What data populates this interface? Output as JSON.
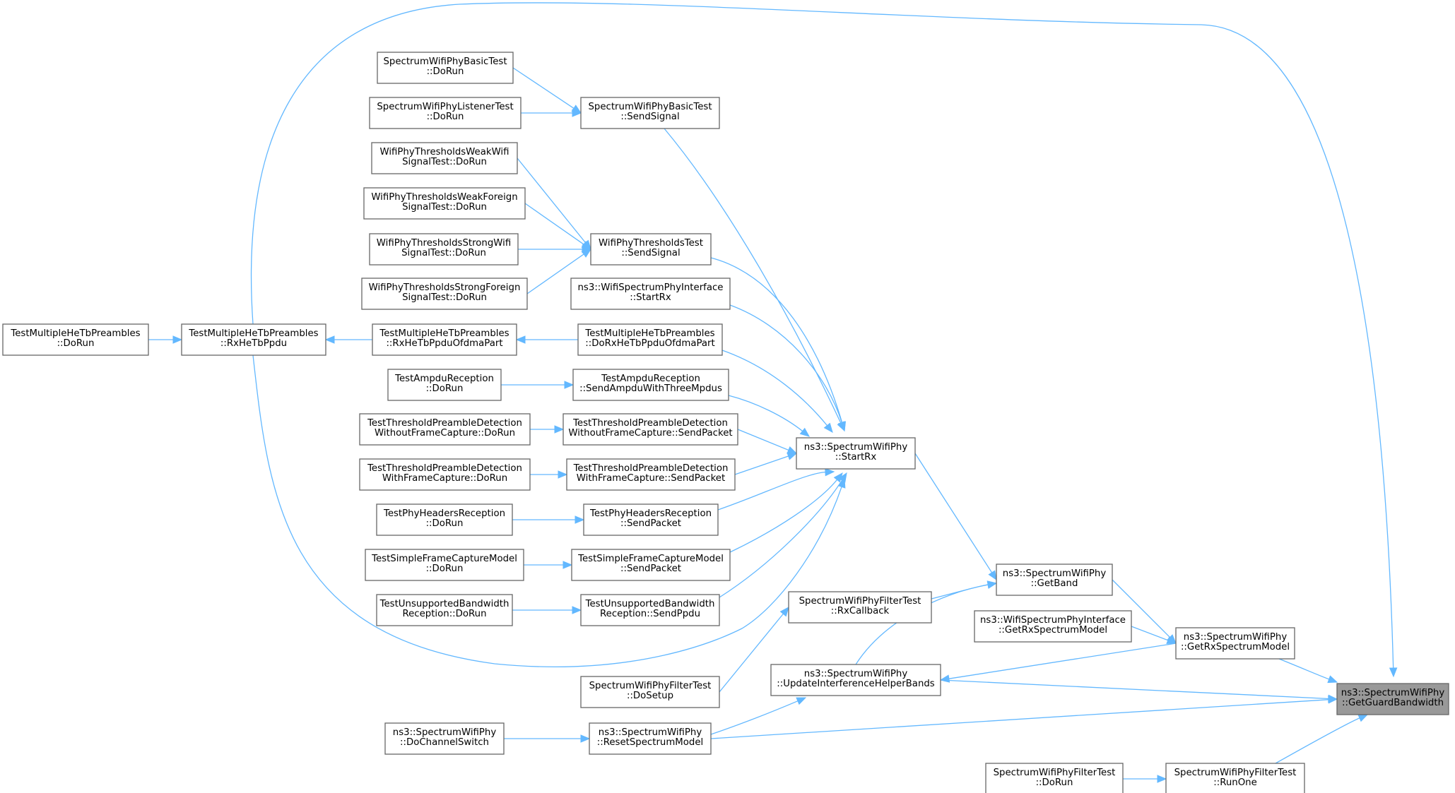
{
  "nodes": [
    {
      "id": "n0",
      "lines": [
        "ns3::SpectrumWifiPhy",
        "::GetGuardBandwidth"
      ],
      "focus": true
    },
    {
      "id": "n1",
      "lines": [
        "ns3::SpectrumWifiPhy",
        "::GetRxSpectrumModel"
      ]
    },
    {
      "id": "n2",
      "lines": [
        "ns3::SpectrumWifiPhy",
        "::UpdateInterferenceHelperBands"
      ]
    },
    {
      "id": "n3",
      "lines": [
        "ns3::SpectrumWifiPhy",
        "::ResetSpectrumModel"
      ]
    },
    {
      "id": "n4",
      "lines": [
        "SpectrumWifiPhyFilterTest",
        "::RunOne"
      ]
    },
    {
      "id": "n5",
      "lines": [
        "TestMultipleHeTbPreambles",
        "::RxHeTbPpdu"
      ]
    },
    {
      "id": "n6",
      "lines": [
        "ns3::SpectrumWifiPhy",
        "::GetBand"
      ]
    },
    {
      "id": "n7",
      "lines": [
        "ns3::WifiSpectrumPhyInterface",
        "::GetRxSpectrumModel"
      ]
    },
    {
      "id": "n8",
      "lines": [
        "ns3::SpectrumWifiPhy",
        "::StartRx"
      ]
    },
    {
      "id": "n9",
      "lines": [
        "SpectrumWifiPhyFilterTest",
        "::RxCallback"
      ]
    },
    {
      "id": "n10",
      "lines": [
        "SpectrumWifiPhyFilterTest",
        "::DoSetup"
      ]
    },
    {
      "id": "n11",
      "lines": [
        "ns3::SpectrumWifiPhy",
        "::DoChannelSwitch"
      ]
    },
    {
      "id": "n12",
      "lines": [
        "SpectrumWifiPhyFilterTest",
        "::DoRun"
      ]
    },
    {
      "id": "n13",
      "lines": [
        "TestMultipleHeTbPreambles",
        "::DoRun"
      ]
    },
    {
      "id": "n14",
      "lines": [
        "SpectrumWifiPhyBasicTest",
        "::SendSignal"
      ]
    },
    {
      "id": "n15",
      "lines": [
        "WifiPhyThresholdsTest",
        "::SendSignal"
      ]
    },
    {
      "id": "n16",
      "lines": [
        "ns3::WifiSpectrumPhyInterface",
        "::StartRx"
      ]
    },
    {
      "id": "n17",
      "lines": [
        "TestMultipleHeTbPreambles",
        "::DoRxHeTbPpduOfdmaPart"
      ]
    },
    {
      "id": "n18",
      "lines": [
        "TestAmpduReception",
        "::SendAmpduWithThreeMpdus"
      ]
    },
    {
      "id": "n19",
      "lines": [
        "TestThresholdPreambleDetection",
        "WithoutFrameCapture::SendPacket"
      ]
    },
    {
      "id": "n20",
      "lines": [
        "TestThresholdPreambleDetection",
        "WithFrameCapture::SendPacket"
      ]
    },
    {
      "id": "n21",
      "lines": [
        "TestPhyHeadersReception",
        "::SendPacket"
      ]
    },
    {
      "id": "n22",
      "lines": [
        "TestSimpleFrameCaptureModel",
        "::SendPacket"
      ]
    },
    {
      "id": "n23",
      "lines": [
        "TestUnsupportedBandwidth",
        "Reception::SendPpdu"
      ]
    },
    {
      "id": "n24",
      "lines": [
        "SpectrumWifiPhyBasicTest",
        "::DoRun"
      ]
    },
    {
      "id": "n25",
      "lines": [
        "SpectrumWifiPhyListenerTest",
        "::DoRun"
      ]
    },
    {
      "id": "n26",
      "lines": [
        "WifiPhyThresholdsWeakWifi",
        "SignalTest::DoRun"
      ]
    },
    {
      "id": "n27",
      "lines": [
        "WifiPhyThresholdsWeakForeign",
        "SignalTest::DoRun"
      ]
    },
    {
      "id": "n28",
      "lines": [
        "WifiPhyThresholdsStrongWifi",
        "SignalTest::DoRun"
      ]
    },
    {
      "id": "n29",
      "lines": [
        "WifiPhyThresholdsStrongForeign",
        "SignalTest::DoRun"
      ]
    },
    {
      "id": "n30",
      "lines": [
        "TestMultipleHeTbPreambles",
        "::RxHeTbPpduOfdmaPart"
      ]
    },
    {
      "id": "n31",
      "lines": [
        "TestAmpduReception",
        "::DoRun"
      ]
    },
    {
      "id": "n32",
      "lines": [
        "TestThresholdPreambleDetection",
        "WithoutFrameCapture::DoRun"
      ]
    },
    {
      "id": "n33",
      "lines": [
        "TestThresholdPreambleDetection",
        "WithFrameCapture::DoRun"
      ]
    },
    {
      "id": "n34",
      "lines": [
        "TestPhyHeadersReception",
        "::DoRun"
      ]
    },
    {
      "id": "n35",
      "lines": [
        "TestSimpleFrameCaptureModel",
        "::DoRun"
      ]
    },
    {
      "id": "n36",
      "lines": [
        "TestUnsupportedBandwidth",
        "Reception::DoRun"
      ]
    }
  ],
  "edges": [
    {
      "from": "n1",
      "to": "n0"
    },
    {
      "from": "n2",
      "to": "n0"
    },
    {
      "from": "n3",
      "to": "n0"
    },
    {
      "from": "n4",
      "to": "n0"
    },
    {
      "from": "n5",
      "to": "n0"
    },
    {
      "from": "n6",
      "to": "n1"
    },
    {
      "from": "n7",
      "to": "n1"
    },
    {
      "from": "n1",
      "to": "n2"
    },
    {
      "from": "n8",
      "to": "n6"
    },
    {
      "from": "n9",
      "to": "n6"
    },
    {
      "from": "n2",
      "to": "n6"
    },
    {
      "from": "n14",
      "to": "n8"
    },
    {
      "from": "n15",
      "to": "n8"
    },
    {
      "from": "n16",
      "to": "n8"
    },
    {
      "from": "n17",
      "to": "n8"
    },
    {
      "from": "n18",
      "to": "n8"
    },
    {
      "from": "n19",
      "to": "n8"
    },
    {
      "from": "n20",
      "to": "n8"
    },
    {
      "from": "n21",
      "to": "n8"
    },
    {
      "from": "n22",
      "to": "n8"
    },
    {
      "from": "n23",
      "to": "n8"
    },
    {
      "from": "n5",
      "to": "n8"
    },
    {
      "from": "n10",
      "to": "n9"
    },
    {
      "from": "n3",
      "to": "n2"
    },
    {
      "from": "n11",
      "to": "n3"
    },
    {
      "from": "n12",
      "to": "n4"
    },
    {
      "from": "n13",
      "to": "n5"
    },
    {
      "from": "n30",
      "to": "n5"
    },
    {
      "from": "n24",
      "to": "n14"
    },
    {
      "from": "n25",
      "to": "n14"
    },
    {
      "from": "n26",
      "to": "n15"
    },
    {
      "from": "n27",
      "to": "n15"
    },
    {
      "from": "n28",
      "to": "n15"
    },
    {
      "from": "n29",
      "to": "n15"
    },
    {
      "from": "n17",
      "to": "n30"
    },
    {
      "from": "n31",
      "to": "n18"
    },
    {
      "from": "n32",
      "to": "n19"
    },
    {
      "from": "n33",
      "to": "n20"
    },
    {
      "from": "n34",
      "to": "n21"
    },
    {
      "from": "n35",
      "to": "n22"
    },
    {
      "from": "n36",
      "to": "n23"
    }
  ]
}
